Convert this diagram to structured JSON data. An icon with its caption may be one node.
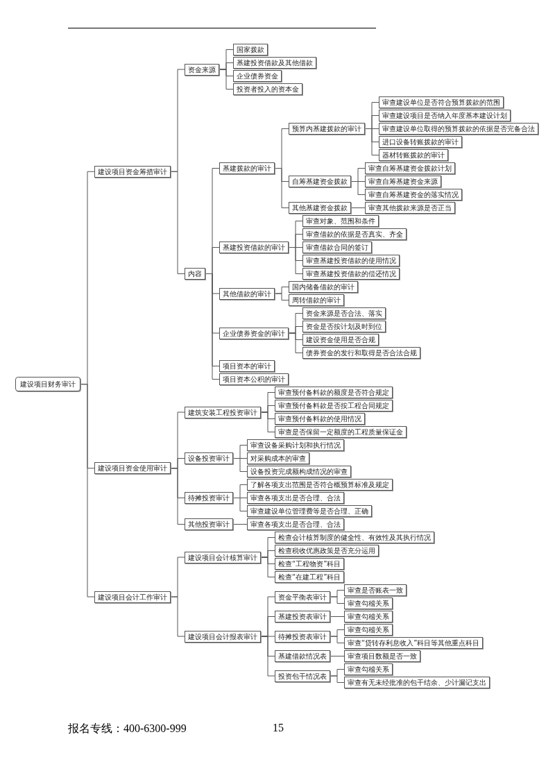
{
  "diagram": {
    "nodes": [
      {
        "text": [
          "建设项目财务审计"
        ]
      },
      {
        "text": [
          "建设项目资金筹措审计"
        ]
      },
      {
        "text": [
          "资金来源"
        ]
      },
      {
        "text": [
          "国家拨款"
        ]
      },
      {
        "text": [
          "基建投资借款及其他借款"
        ]
      },
      {
        "text": [
          "企业债券资金"
        ]
      },
      {
        "text": [
          "投资者投入的资本金"
        ]
      },
      {
        "text": [
          "内容"
        ]
      },
      {
        "text": [
          "基建拨款的审计"
        ]
      },
      {
        "text": [
          "预算内基建拨款的审计"
        ]
      },
      {
        "text": [
          "审查建设单位是否符合预算拨款的范围"
        ]
      },
      {
        "text": [
          "审查建设项目是否纳入年度基本建设计划"
        ]
      },
      {
        "text": [
          "审查建设单位取得的预算拨款的依据是否完备合法"
        ]
      },
      {
        "text": [
          "进口设备转账拨款的审计"
        ]
      },
      {
        "text": [
          "器材转账拨款的审计"
        ]
      },
      {
        "text": [
          "自筹基建资金拨款"
        ]
      },
      {
        "text": [
          "审查自筹基建资金拨款计划"
        ]
      },
      {
        "text": [
          "审查自筹基建资金来源"
        ]
      },
      {
        "text": [
          "审查自筹基建资金的落实情况"
        ]
      },
      {
        "text": [
          "其他基建资金拨款"
        ]
      },
      {
        "text": [
          "审查其他拨款来源是否正当"
        ]
      },
      {
        "text": [
          "基建投资借款的审计"
        ]
      },
      {
        "text": [
          "审查对象、范围和条件"
        ]
      },
      {
        "text": [
          "审查借款的依据是否真实、齐全"
        ]
      },
      {
        "text": [
          "审查借款合同的签订"
        ]
      },
      {
        "text": [
          "审查基建投资借款的使用情况"
        ]
      },
      {
        "text": [
          "审查基建投资借款的偿还情况"
        ]
      },
      {
        "text": [
          "其他借款的审计"
        ]
      },
      {
        "text": [
          "国内储备借款的审计"
        ]
      },
      {
        "text": [
          "周转借款的审计"
        ]
      },
      {
        "text": [
          "企业债券资金的审计"
        ]
      },
      {
        "text": [
          "资金来源是否合法、落实"
        ]
      },
      {
        "text": [
          "资金是否按计划及时到位"
        ]
      },
      {
        "text": [
          "建设资金使用是否合规"
        ]
      },
      {
        "text": [
          "债券资金的发行和取得是否合法合规"
        ]
      },
      {
        "text": [
          "项目资本的审计"
        ]
      },
      {
        "text": [
          "项目资本公积的审计"
        ]
      },
      {
        "text": [
          "建设项目资金使用审计"
        ]
      },
      {
        "text": [
          "建筑安装工程投资审计"
        ]
      },
      {
        "text": [
          "审查预付备料款的额度是否符合规定"
        ]
      },
      {
        "text": [
          "审查预付备料款是否按工程合同规定"
        ]
      },
      {
        "text": [
          "审查预付备料款的使用情况"
        ]
      },
      {
        "text": [
          "审查是否保留一定额度的工程质量保证金"
        ]
      },
      {
        "text": [
          "设备投资审计"
        ]
      },
      {
        "text": [
          "审查设备采购计划和执行情况"
        ]
      },
      {
        "text": [
          "对采购成本的审查"
        ]
      },
      {
        "text": [
          "设备投资完成额构成情况的审查"
        ]
      },
      {
        "text": [
          "待摊投资审计"
        ]
      },
      {
        "text": [
          "了解各项支出范围是否符合概预算标准及规定"
        ]
      },
      {
        "text": [
          "审查各项支出是否合理、合法"
        ]
      },
      {
        "text": [
          "审查建设单位管理费等是否合理、正确"
        ]
      },
      {
        "text": [
          "其他投资审计"
        ]
      },
      {
        "text": [
          "审查各项支出是否合理、合法"
        ]
      },
      {
        "text": [
          "建设项目会计工作审计"
        ]
      },
      {
        "text": [
          "建设项目会计核算审计"
        ]
      },
      {
        "text": [
          "检查会计核算制度的健全性、有效性及其执行情况"
        ]
      },
      {
        "text": [
          "检查税收优惠政策是否充分运用"
        ]
      },
      {
        "text": [
          "检查“工程物资”科目"
        ]
      },
      {
        "text": [
          "检查“在建工程”科目"
        ]
      },
      {
        "text": [
          "建设项目会计报表审计"
        ]
      },
      {
        "text": [
          "资金平衡表审计"
        ]
      },
      {
        "text": [
          "审查是否账表一致"
        ]
      },
      {
        "text": [
          "审查勾稽关系"
        ]
      },
      {
        "text": [
          "基建投资表审计"
        ]
      },
      {
        "text": [
          "审查勾稽关系"
        ]
      },
      {
        "text": [
          "待摊投资表审计"
        ]
      },
      {
        "text": [
          "审查勾稽关系"
        ]
      },
      {
        "text": [
          "审查“贷转存利息收入”科目等其他重点科目"
        ]
      },
      {
        "text": [
          "基建借款情况表"
        ]
      },
      {
        "text": [
          "审查项目数额是否一致"
        ]
      },
      {
        "text": [
          "投资包干情况表"
        ]
      },
      {
        "text": [
          "审查勾稽关系"
        ]
      },
      {
        "text": [
          "审查有无未经批准的包干结余、少计漏记支出"
        ]
      }
    ],
    "edges": [
      {
        "from": 0,
        "to": 1,
        "arrow": "none"
      },
      {
        "from": 1,
        "to": 2,
        "arrow": "none"
      },
      {
        "from": 2,
        "to": 3,
        "arrow": "none"
      },
      {
        "from": 2,
        "to": 4,
        "arrow": "none"
      },
      {
        "from": 2,
        "to": 5,
        "arrow": "none"
      },
      {
        "from": 2,
        "to": 6,
        "arrow": "none"
      },
      {
        "from": 1,
        "to": 7,
        "arrow": "none"
      },
      {
        "from": 7,
        "to": 8,
        "arrow": "none"
      },
      {
        "from": 8,
        "to": 9,
        "arrow": "none"
      },
      {
        "from": 9,
        "to": 10,
        "arrow": "none"
      },
      {
        "from": 9,
        "to": 11,
        "arrow": "none"
      },
      {
        "from": 9,
        "to": 12,
        "arrow": "none"
      },
      {
        "from": 9,
        "to": 13,
        "arrow": "none"
      },
      {
        "from": 9,
        "to": 14,
        "arrow": "none"
      },
      {
        "from": 8,
        "to": 15,
        "arrow": "none"
      },
      {
        "from": 15,
        "to": 16,
        "arrow": "none"
      },
      {
        "from": 15,
        "to": 17,
        "arrow": "none"
      },
      {
        "from": 15,
        "to": 18,
        "arrow": "none"
      },
      {
        "from": 8,
        "to": 19,
        "arrow": "none"
      },
      {
        "from": 19,
        "to": 20,
        "arrow": "none"
      },
      {
        "from": 7,
        "to": 21,
        "arrow": "none"
      },
      {
        "from": 21,
        "to": 22,
        "arrow": "none"
      },
      {
        "from": 21,
        "to": 23,
        "arrow": "none"
      },
      {
        "from": 21,
        "to": 24,
        "arrow": "none"
      },
      {
        "from": 21,
        "to": 25,
        "arrow": "none"
      },
      {
        "from": 21,
        "to": 26,
        "arrow": "none"
      },
      {
        "from": 7,
        "to": 27,
        "arrow": "none"
      },
      {
        "from": 27,
        "to": 28,
        "arrow": "none"
      },
      {
        "from": 27,
        "to": 29,
        "arrow": "none"
      },
      {
        "from": 7,
        "to": 30,
        "arrow": "none"
      },
      {
        "from": 30,
        "to": 31,
        "arrow": "none"
      },
      {
        "from": 30,
        "to": 32,
        "arrow": "none"
      },
      {
        "from": 30,
        "to": 33,
        "arrow": "none"
      },
      {
        "from": 30,
        "to": 34,
        "arrow": "none"
      },
      {
        "from": 7,
        "to": 35,
        "arrow": "none"
      },
      {
        "from": 7,
        "to": 36,
        "arrow": "none"
      },
      {
        "from": 0,
        "to": 37,
        "arrow": "none"
      },
      {
        "from": 37,
        "to": 38,
        "arrow": "none"
      },
      {
        "from": 38,
        "to": 39,
        "arrow": "none"
      },
      {
        "from": 38,
        "to": 40,
        "arrow": "none"
      },
      {
        "from": 38,
        "to": 41,
        "arrow": "none"
      },
      {
        "from": 38,
        "to": 42,
        "arrow": "none"
      },
      {
        "from": 37,
        "to": 43,
        "arrow": "none"
      },
      {
        "from": 43,
        "to": 44,
        "arrow": "none"
      },
      {
        "from": 43,
        "to": 45,
        "arrow": "none"
      },
      {
        "from": 43,
        "to": 46,
        "arrow": "none"
      },
      {
        "from": 37,
        "to": 47,
        "arrow": "none"
      },
      {
        "from": 47,
        "to": 48,
        "arrow": "none"
      },
      {
        "from": 47,
        "to": 49,
        "arrow": "none"
      },
      {
        "from": 47,
        "to": 50,
        "arrow": "none"
      },
      {
        "from": 37,
        "to": 51,
        "arrow": "none"
      },
      {
        "from": 51,
        "to": 52,
        "arrow": "none"
      },
      {
        "from": 0,
        "to": 53,
        "arrow": "none"
      },
      {
        "from": 53,
        "to": 54,
        "arrow": "none"
      },
      {
        "from": 54,
        "to": 55,
        "arrow": "none"
      },
      {
        "from": 54,
        "to": 56,
        "arrow": "none"
      },
      {
        "from": 54,
        "to": 57,
        "arrow": "none"
      },
      {
        "from": 54,
        "to": 58,
        "arrow": "none"
      },
      {
        "from": 53,
        "to": 59,
        "arrow": "none"
      },
      {
        "from": 59,
        "to": 60,
        "arrow": "none"
      },
      {
        "from": 60,
        "to": 61,
        "arrow": "none"
      },
      {
        "from": 60,
        "to": 62,
        "arrow": "none"
      },
      {
        "from": 59,
        "to": 63,
        "arrow": "none"
      },
      {
        "from": 63,
        "to": 64,
        "arrow": "none"
      },
      {
        "from": 59,
        "to": 65,
        "arrow": "none"
      },
      {
        "from": 65,
        "to": 66,
        "arrow": "none"
      },
      {
        "from": 65,
        "to": 67,
        "arrow": "none"
      },
      {
        "from": 59,
        "to": 68,
        "arrow": "none"
      },
      {
        "from": 68,
        "to": 69,
        "arrow": "none"
      },
      {
        "from": 59,
        "to": 70,
        "arrow": "none"
      },
      {
        "from": 70,
        "to": 71,
        "arrow": "none"
      },
      {
        "from": 70,
        "to": 72,
        "arrow": "none"
      }
    ],
    "labels": [
      "报名专线：400-6300-999",
      "15"
    ]
  }
}
